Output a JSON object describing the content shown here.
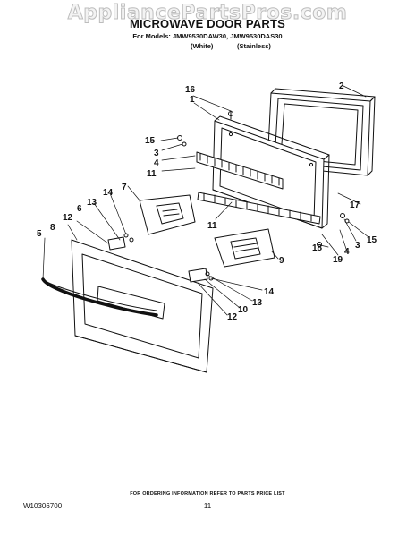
{
  "watermark": "AppliancePartsPros.com",
  "header": {
    "title": "MICROWAVE DOOR PARTS",
    "models_line": "For Models: JMW9530DAW30, JMW9530DAS30",
    "variant_white": "(White)",
    "variant_stainless": "(Stainless)"
  },
  "callouts": {
    "n1": "1",
    "n2": "2",
    "n3": "3",
    "n4": "4",
    "n5": "5",
    "n6": "6",
    "n7": "7",
    "n8": "8",
    "n9": "9",
    "n10": "10",
    "n11": "11",
    "n12": "12",
    "n13": "13",
    "n14": "14",
    "n15": "15",
    "n16": "16",
    "n17": "17",
    "n18": "18",
    "n19": "19"
  },
  "footer": {
    "note": "FOR ORDERING INFORMATION REFER TO PARTS PRICE LIST",
    "doc_code": "W10306700",
    "page_number": "11"
  }
}
